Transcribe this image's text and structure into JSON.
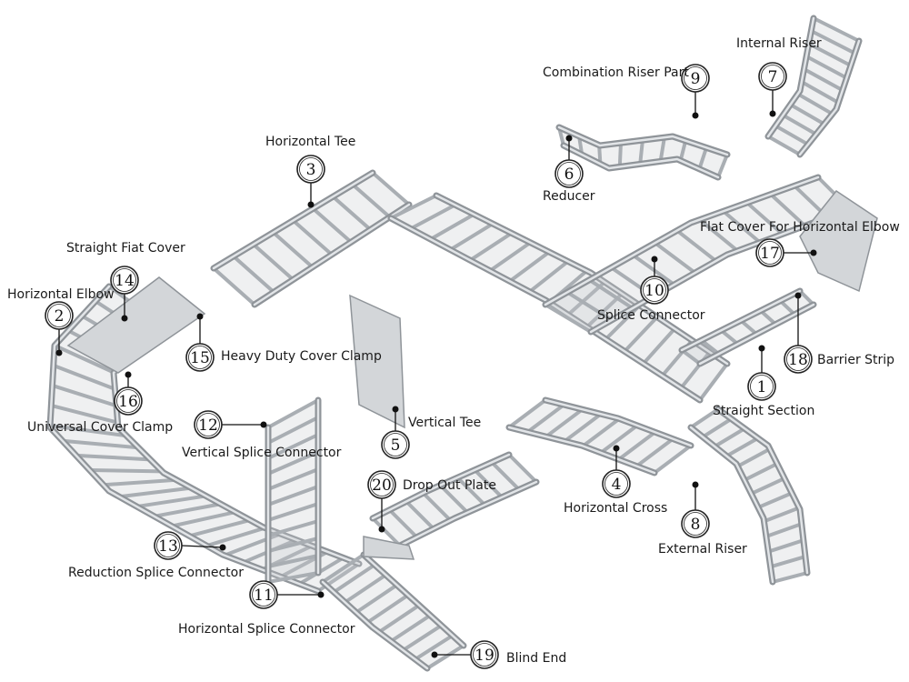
{
  "components": [
    {
      "number": "1",
      "label": "Straight Section"
    },
    {
      "number": "2",
      "label": "Horizontal Elbow"
    },
    {
      "number": "3",
      "label": "Horizontal Tee"
    },
    {
      "number": "4",
      "label": "Horizontal Cross"
    },
    {
      "number": "5",
      "label": "Vertical Tee"
    },
    {
      "number": "6",
      "label": "Reducer"
    },
    {
      "number": "7",
      "label": "Internal Riser"
    },
    {
      "number": "8",
      "label": "External Riser"
    },
    {
      "number": "9",
      "label": "Combination Riser Part"
    },
    {
      "number": "10",
      "label": "Splice Connector"
    },
    {
      "number": "11",
      "label": "Horizontal Splice Connector"
    },
    {
      "number": "12",
      "label": "Vertical Splice Connector"
    },
    {
      "number": "13",
      "label": "Reduction Splice Connector"
    },
    {
      "number": "14",
      "label": "Straight Fiat Cover"
    },
    {
      "number": "15",
      "label": "Heavy Duty Cover Clamp"
    },
    {
      "number": "16",
      "label": "Universal Cover Clamp"
    },
    {
      "number": "17",
      "label": "Flat Cover For Horizontal Elbow"
    },
    {
      "number": "18",
      "label": "Barrier Strip"
    },
    {
      "number": "19",
      "label": "Blind End"
    },
    {
      "number": "20",
      "label": "Drop Out Plate"
    }
  ],
  "colors": {
    "tray": "#c4c8cc",
    "rail": "#8f9499",
    "cover": "#d3d6d9",
    "leader": "#111111"
  }
}
